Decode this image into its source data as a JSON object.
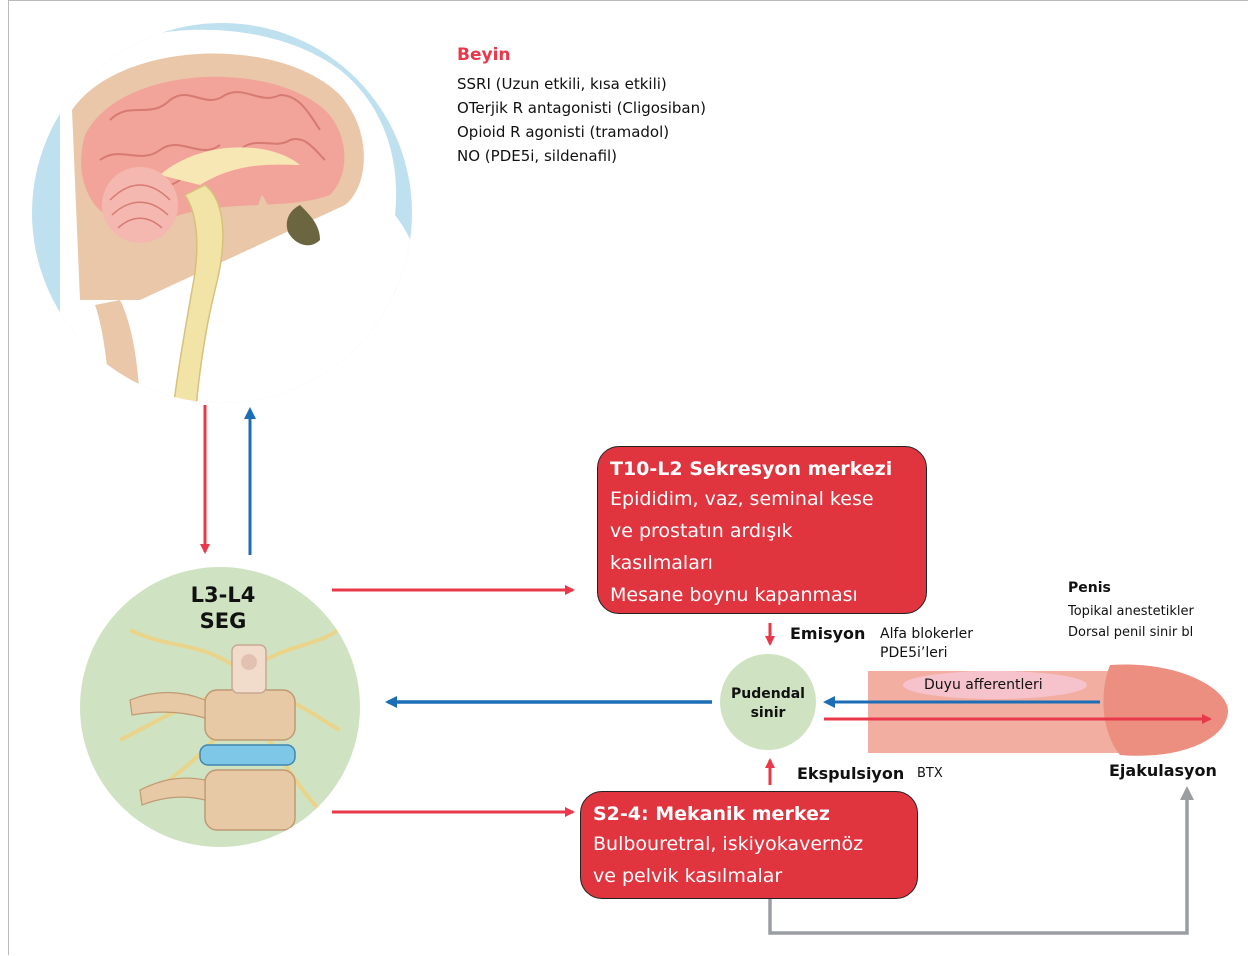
{
  "brain": {
    "title": "Beyin",
    "items": [
      "SSRI (Uzun etkili, kısa etkili)",
      "OTerjik R antagonisti (Cligosiban)",
      "Opioid R agonisti (tramadol)",
      "NO (PDE5i, sildenafil)"
    ]
  },
  "seg": {
    "line1": "L3-L4",
    "line2": "SEG"
  },
  "secretion_center": {
    "title": "T10-L2 Sekresyon merkezi",
    "lines": [
      "Epididim, vaz, seminal kese",
      "ve prostatın ardışık",
      "kasılmaları",
      "Mesane boynu kapanması"
    ]
  },
  "mechanical_center": {
    "title": "S2-4: Mekanik merkez",
    "lines": [
      "Bulbouretral, iskiyokavernöz",
      "ve pelvik kasılmalar"
    ]
  },
  "pudendal": {
    "line1": "Pudendal",
    "line2": "sinir"
  },
  "emission": {
    "label": "Emisyon",
    "note1": "Alfa blokerler",
    "note2": "PDE5i’leri"
  },
  "expulsion": {
    "label": "Ekspulsiyon",
    "note": "BTX"
  },
  "penis": {
    "title": "Penis",
    "items": [
      "Topikal anestetikler",
      "Dorsal penil sinir bl"
    ]
  },
  "afferents": "Duyu afferentleri",
  "ejaculation": "Ejakulasyon",
  "colors": {
    "red": "#e8384a",
    "blue": "#1b6db5",
    "gray": "#9a9ea3",
    "box_red": "#e0343f",
    "green_circle": "#cfe3c3",
    "brain_circle": "#bfe0ef"
  }
}
